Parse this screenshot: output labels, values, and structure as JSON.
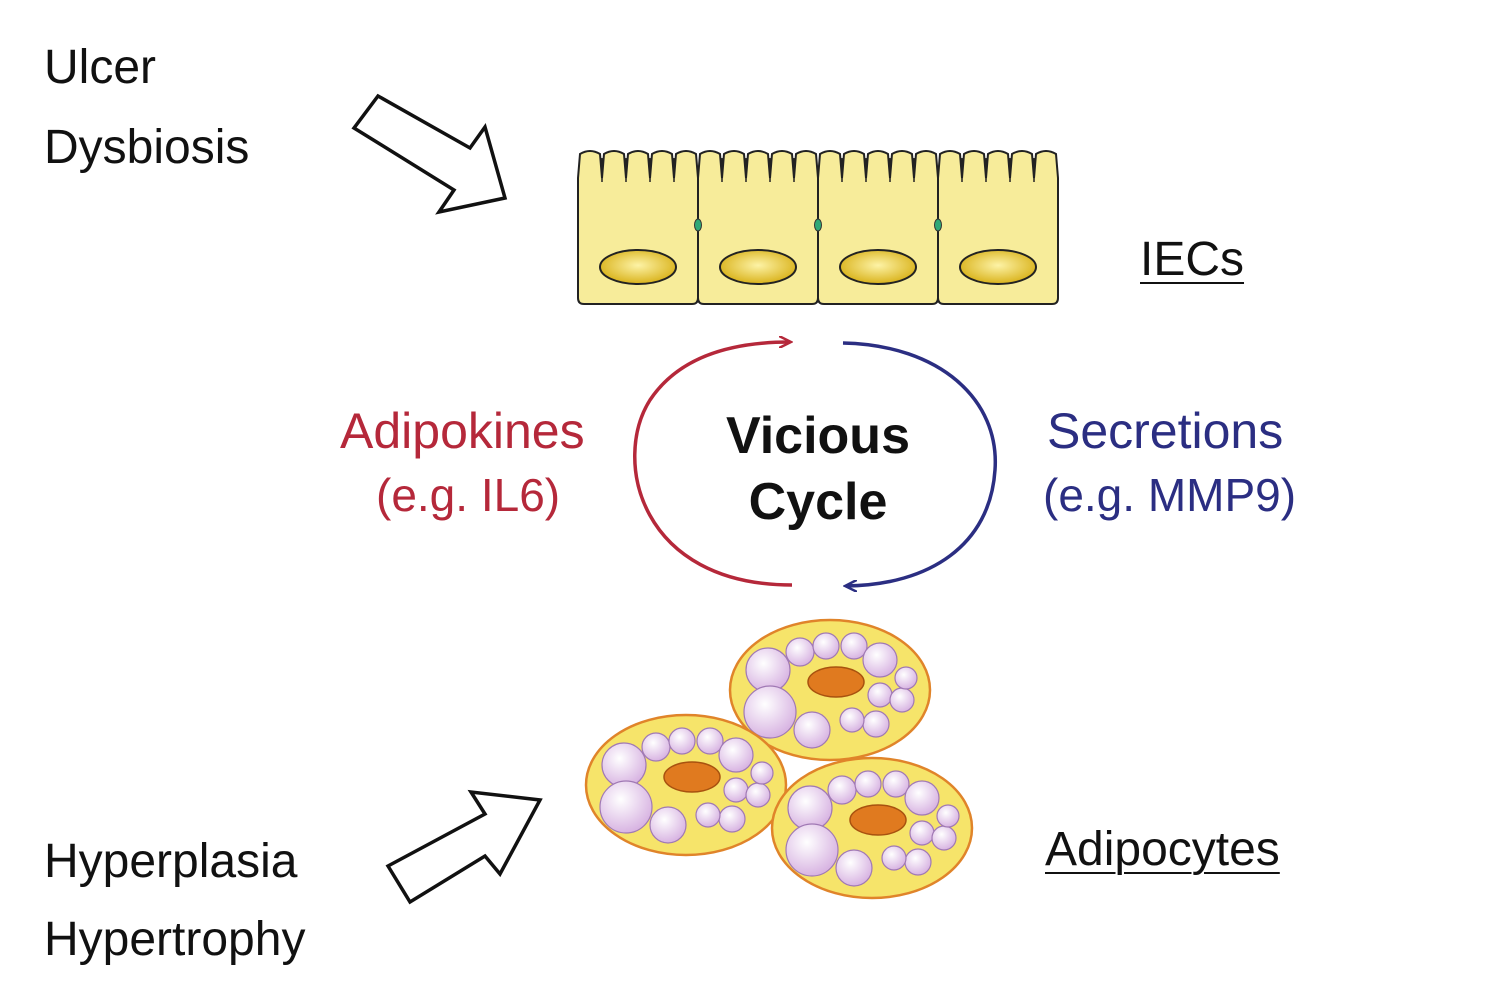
{
  "top_causes": [
    "Ulcer",
    "Dysbiosis"
  ],
  "bottom_causes": [
    "Hyperplasia",
    "Hypertrophy"
  ],
  "iec_label": "IECs",
  "adipocyte_label": "Adipocytes",
  "center": {
    "line1": "Vicious",
    "line2": "Cycle"
  },
  "left_pathway": {
    "title": "Adipokines",
    "example": "(e.g. IL6)",
    "color": "#b5283a"
  },
  "right_pathway": {
    "title": "Secretions",
    "example": "(e.g. MMP9)",
    "color": "#2b2e82"
  },
  "colors": {
    "cell_fill": "#f7ec9a",
    "nucleus": "#d9b21a",
    "adipocyte_fill": "#f6e46a",
    "lipid_droplet": "#e8c6ec",
    "adipocyte_nucleus": "#e07a1f"
  }
}
